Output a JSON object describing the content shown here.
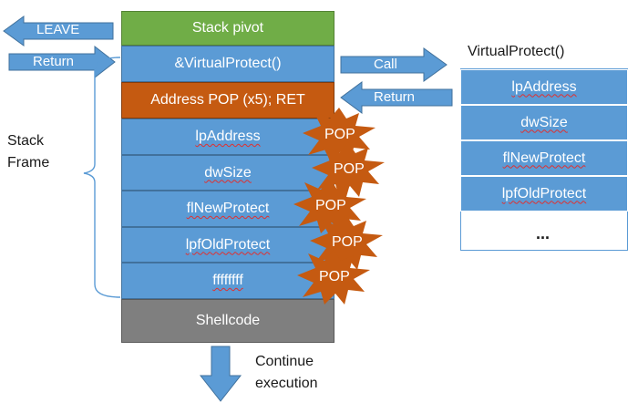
{
  "stack": {
    "pivot": "Stack pivot",
    "vp_addr": "&VirtualProtect()",
    "pop_ret": "Address POP (x5); RET",
    "params": [
      "lpAddress",
      "dwSize",
      "flNewProtect",
      "lpfOldProtect",
      "ffffffff"
    ],
    "shellcode": "Shellcode"
  },
  "arrows": {
    "leave": "LEAVE",
    "return_left": "Return",
    "call": "Call",
    "return_right": "Return"
  },
  "pop_label": "POP",
  "stack_frame_label": [
    "Stack",
    "Frame"
  ],
  "virtualprotect": {
    "title": "VirtualProtect()",
    "params": [
      "lpAddress",
      "dwSize",
      "flNewProtect",
      "lpfOldProtect"
    ],
    "ellipsis": "..."
  },
  "continue_label": [
    "Continue",
    "execution"
  ],
  "colors": {
    "green": "#70ad47",
    "blue": "#5b9bd5",
    "orange": "#c55a11",
    "gray": "#7f7f7f",
    "burst": "#c55a11"
  }
}
